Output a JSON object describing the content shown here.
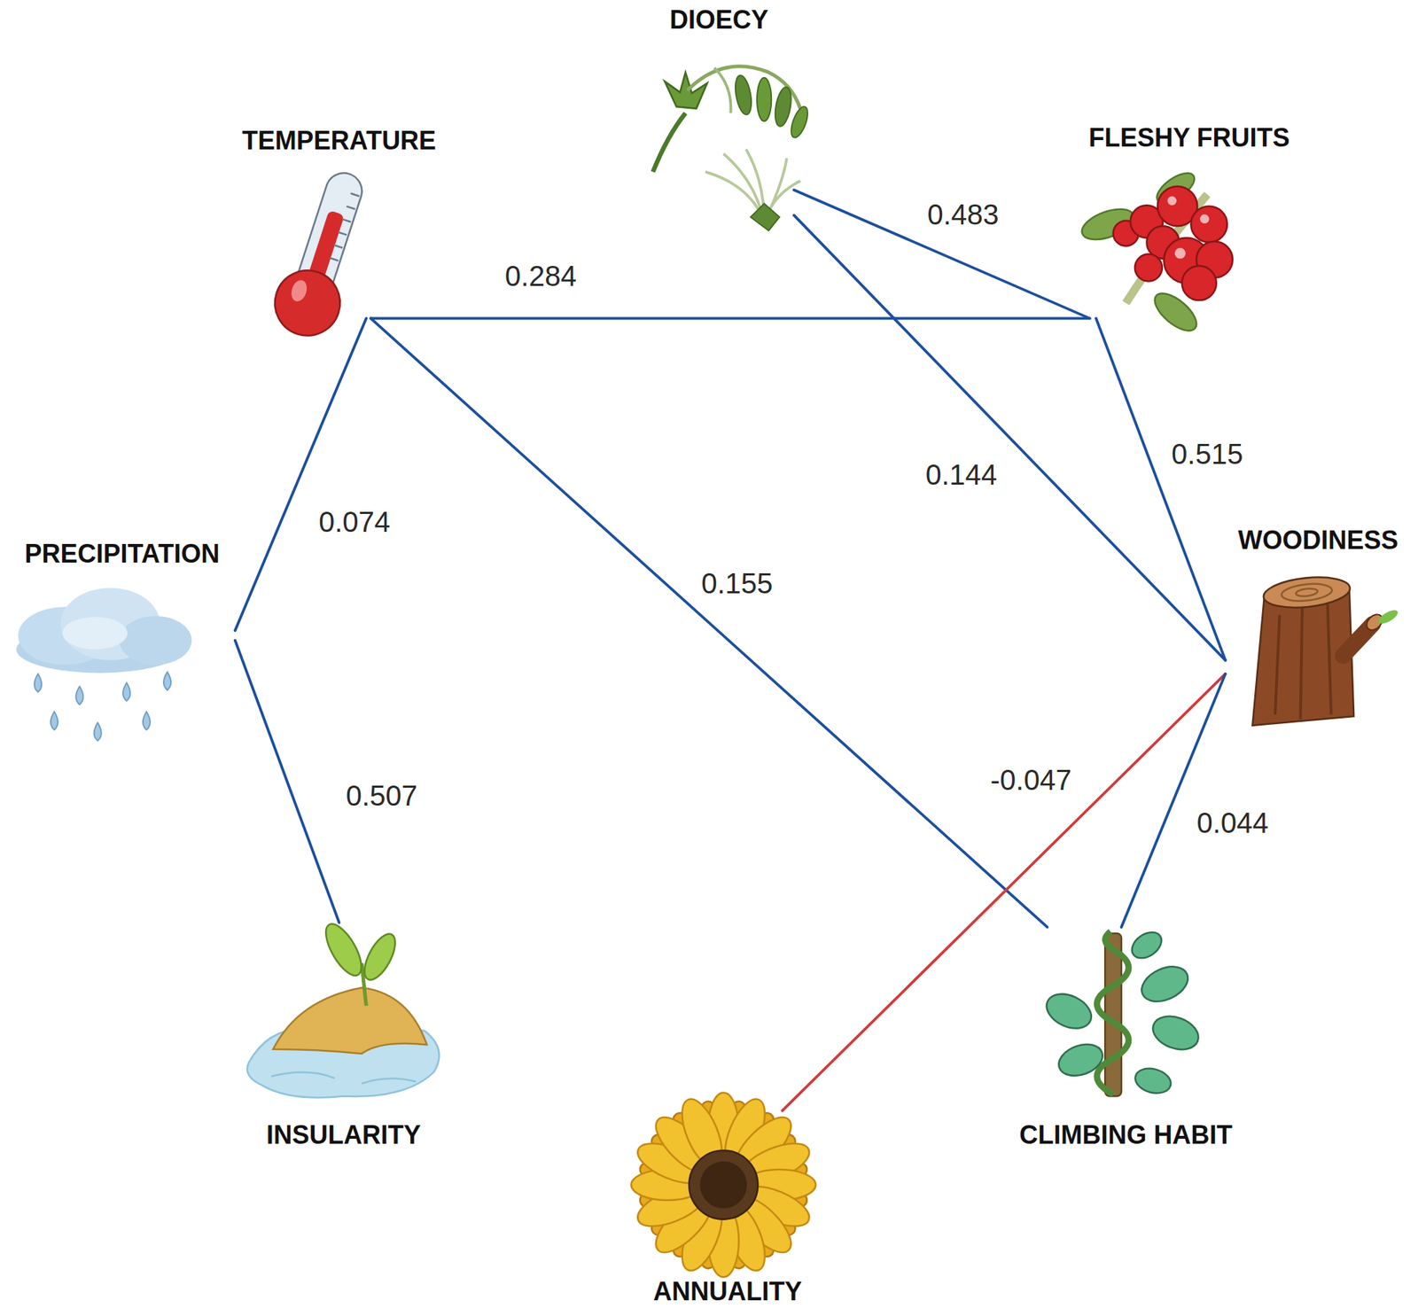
{
  "diagram": {
    "nodes": [
      {
        "text": [
          "DIOECY"
        ]
      },
      {
        "text": [
          "TEMPERATURE"
        ]
      },
      {
        "text": [
          "FLESHY FRUITS"
        ]
      },
      {
        "text": [
          "WOODINESS"
        ]
      },
      {
        "text": [
          "PRECIPITATION"
        ]
      },
      {
        "text": [
          "INSULARITY"
        ]
      },
      {
        "text": [
          "CLIMBING HABIT"
        ]
      },
      {
        "text": [
          "ANNUALITY"
        ]
      }
    ],
    "edges": [
      {
        "from": 0,
        "to": 2,
        "label": "0.483",
        "arrow": "none"
      },
      {
        "from": 1,
        "to": 2,
        "label": "0.284",
        "arrow": "none"
      },
      {
        "from": 0,
        "to": 3,
        "label": "0.144",
        "arrow": "none"
      },
      {
        "from": 2,
        "to": 3,
        "label": "0.515",
        "arrow": "none"
      },
      {
        "from": 1,
        "to": 4,
        "label": "0.074",
        "arrow": "none"
      },
      {
        "from": 1,
        "to": 6,
        "label": "0.155",
        "arrow": "none"
      },
      {
        "from": 4,
        "to": 5,
        "label": "0.507",
        "arrow": "none"
      },
      {
        "from": 3,
        "to": 7,
        "label": "-0.047",
        "arrow": "none"
      },
      {
        "from": 3,
        "to": 6,
        "label": "0.044",
        "arrow": "none"
      }
    ]
  }
}
